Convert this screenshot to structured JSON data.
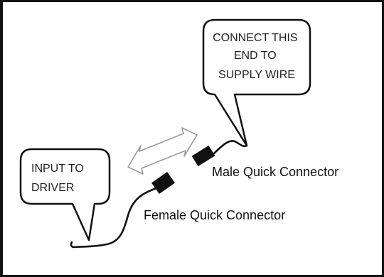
{
  "supply_bubble": {
    "lines": [
      "CONNECT THIS",
      "END TO",
      "SUPPLY WIRE"
    ]
  },
  "driver_bubble": {
    "lines": [
      "INPUT TO",
      "DRIVER"
    ]
  },
  "labels": {
    "male_connector": "Male Quick Connector",
    "female_connector": "Female Quick Connector"
  },
  "colors": {
    "border": "#111111",
    "wire": "#111111",
    "connector": "#111111",
    "arrow_stroke": "#999999"
  }
}
